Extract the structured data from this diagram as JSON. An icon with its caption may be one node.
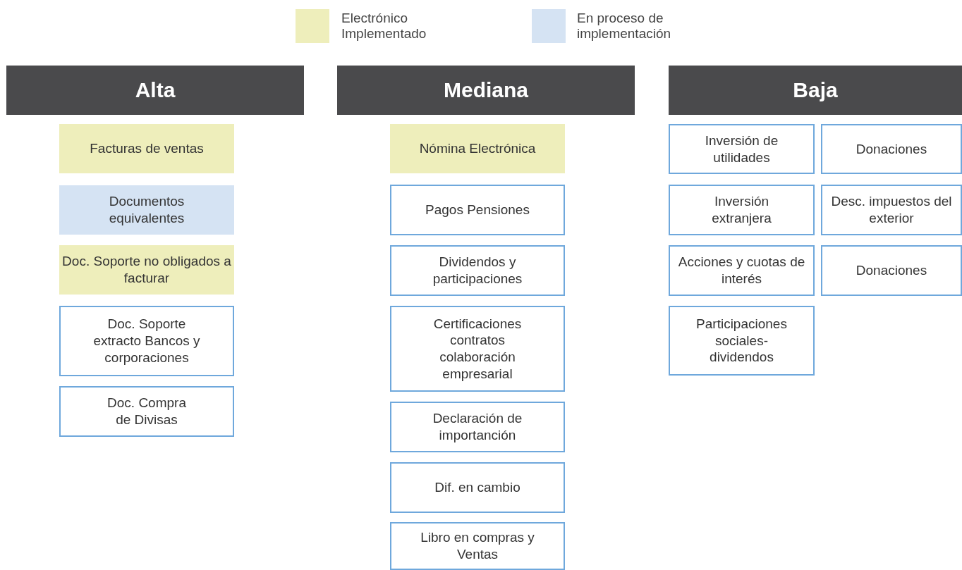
{
  "diagram": {
    "nodes": [
      {
        "text": [
          "Alta"
        ]
      },
      {
        "text": [
          "Facturas de ventas"
        ]
      },
      {
        "text": [
          "Documentos equivalentes"
        ]
      },
      {
        "text": [
          "Doc. Soporte no obligados a facturar"
        ]
      },
      {
        "text": [
          "Doc. Soporte extracto Bancos y corporaciones"
        ]
      },
      {
        "text": [
          "Doc. Compra de Divisas"
        ]
      },
      {
        "text": [
          "Mediana"
        ]
      },
      {
        "text": [
          "Nómina Electrónica"
        ]
      },
      {
        "text": [
          "Pagos Pensiones"
        ]
      },
      {
        "text": [
          "Dividendos y participaciones"
        ]
      },
      {
        "text": [
          "Certificaciones contratos colaboración empresarial"
        ]
      },
      {
        "text": [
          "Declaración de importanción"
        ]
      },
      {
        "text": [
          "Dif. en cambio"
        ]
      },
      {
        "text": [
          "Libro en compras y Ventas"
        ]
      },
      {
        "text": [
          "Baja"
        ]
      },
      {
        "text": [
          "Inversión de utilidades"
        ]
      },
      {
        "text": [
          "Donaciones"
        ]
      },
      {
        "text": [
          "Inversión extranjera"
        ]
      },
      {
        "text": [
          "Desc. impuestos del exterior"
        ]
      },
      {
        "text": [
          "Acciones y cuotas de interés"
        ]
      },
      {
        "text": [
          "Donaciones"
        ]
      },
      {
        "text": [
          "Participaciones sociales-dividendos"
        ]
      }
    ],
    "edges": [],
    "legend": [
      {
        "text": "Electrónico Implementado",
        "color": "#eeeebb"
      },
      {
        "text": "En proceso de implementación",
        "color": "#d5e3f3"
      }
    ]
  }
}
